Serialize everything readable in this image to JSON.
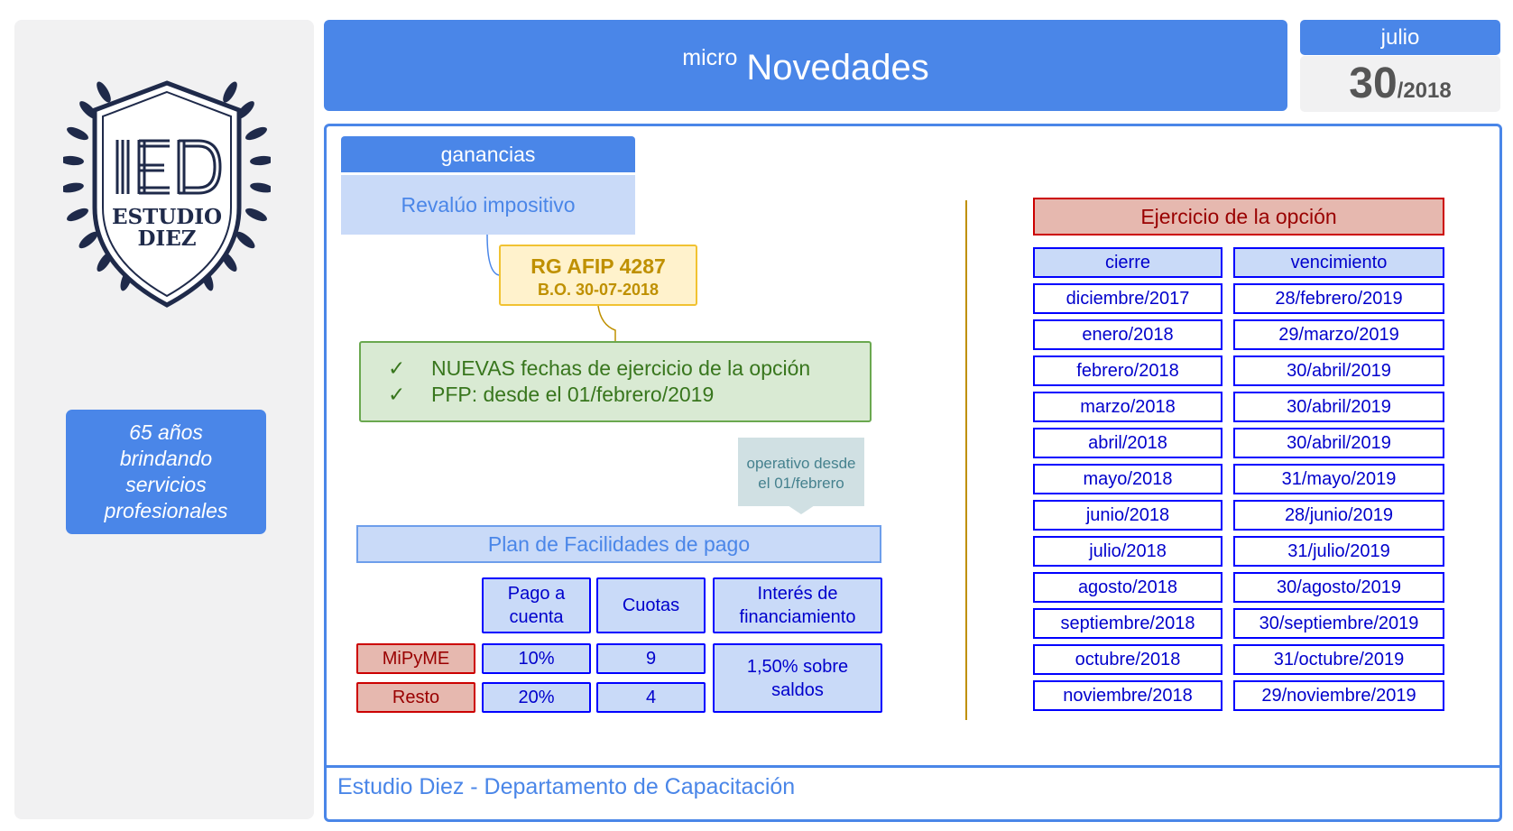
{
  "sidebar": {
    "logo_text": "ESTUDIO DIEZ",
    "motto": [
      "65 años",
      "brindando",
      "servicios",
      "profesionales"
    ]
  },
  "header": {
    "micro": "micro",
    "title": "Novedades"
  },
  "date": {
    "month": "julio",
    "day": "30",
    "year": "/2018"
  },
  "left": {
    "tab": "ganancias",
    "subject": "Revalúo impositivo",
    "norm": {
      "rg": "RG AFIP 4287",
      "bo": "B.O. 30-07-2018"
    },
    "highlights": [
      {
        "check": "✓",
        "text": "NUEVAS fechas de ejercicio de la opción"
      },
      {
        "check": "✓",
        "text": "PFP: desde el 01/febrero/2019"
      }
    ],
    "callout": [
      "operativo desde",
      "el 01/febrero"
    ],
    "plan": {
      "title": "Plan de Facilidades de pago",
      "headers": [
        [
          "Pago a",
          "cuenta"
        ],
        [
          "Cuotas"
        ],
        [
          "Interés de",
          "financiamiento"
        ]
      ],
      "rows": [
        {
          "label": "MiPyME",
          "pago": "10%",
          "cuotas": "9"
        },
        {
          "label": "Resto",
          "pago": "20%",
          "cuotas": "4"
        }
      ],
      "interes": [
        "1,50% sobre",
        "saldos"
      ]
    }
  },
  "right": {
    "title": "Ejercicio de la opción",
    "headers": [
      "cierre",
      "vencimiento"
    ],
    "rows": [
      [
        "diciembre/2017",
        "28/febrero/2019"
      ],
      [
        "enero/2018",
        "29/marzo/2019"
      ],
      [
        "febrero/2018",
        "30/abril/2019"
      ],
      [
        "marzo/2018",
        "30/abril/2019"
      ],
      [
        "abril/2018",
        "30/abril/2019"
      ],
      [
        "mayo/2018",
        "31/mayo/2019"
      ],
      [
        "junio/2018",
        "28/junio/2019"
      ],
      [
        "julio/2018",
        "31/julio/2019"
      ],
      [
        "agosto/2018",
        "30/agosto/2019"
      ],
      [
        "septiembre/2018",
        "30/septiembre/2019"
      ],
      [
        "octubre/2018",
        "31/octubre/2019"
      ],
      [
        "noviembre/2018",
        "29/noviembre/2019"
      ]
    ]
  },
  "footer": {
    "text": "Estudio Diez - Departamento de Capacitación"
  },
  "colors": {
    "blue": "#4a86e8",
    "light_blue": "#c9daf8",
    "navy": "#1f2a4a",
    "red_fill": "#e6b8af",
    "green_fill": "#d9ead3",
    "yellow_fill": "#fff2cc"
  }
}
